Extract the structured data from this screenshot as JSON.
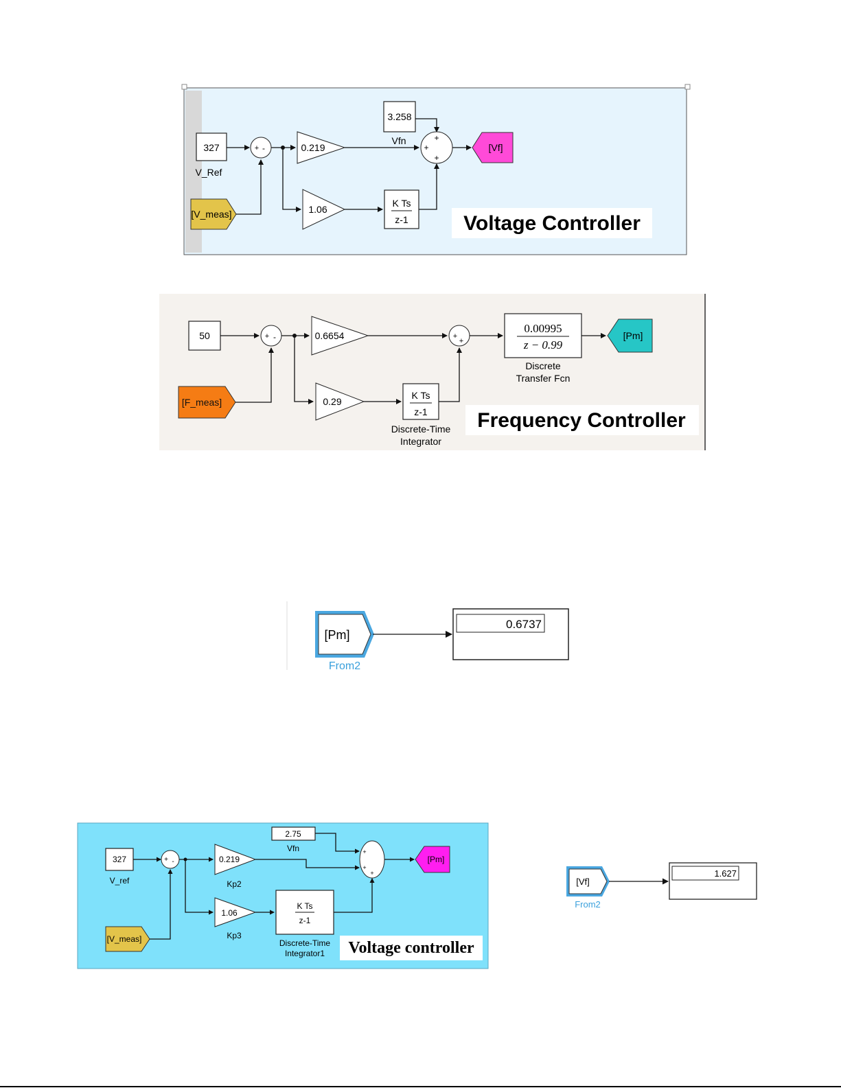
{
  "diagram1": {
    "title": "Voltage Controller",
    "constant": "327",
    "constant_label": "V_Ref",
    "vfn_value": "3.258",
    "vfn_label": "Vfn",
    "gain_p": "0.219",
    "gain_i": "1.06",
    "integrator_num": "K Ts",
    "integrator_den": "z-1",
    "from_tag": "[V_meas]",
    "goto_tag": "[Vf]",
    "colors": {
      "background": "#e6f4fd",
      "from": "#e3c44a",
      "goto": "#ff4ad8"
    }
  },
  "diagram2": {
    "title": "Frequency Controller",
    "constant": "50",
    "gain_p": "0.6654",
    "gain_i": "0.29",
    "integrator_num": "K Ts",
    "integrator_den": "z-1",
    "integrator_label_1": "Discrete-Time",
    "integrator_label_2": "Integrator",
    "tf_num": "0.00995",
    "tf_den": "z − 0.99",
    "tf_label_1": "Discrete",
    "tf_label_2": "Transfer Fcn",
    "from_tag": "[F_meas]",
    "goto_tag": "[Pm]",
    "colors": {
      "background": "#f5f2ee",
      "from": "#f57c14",
      "goto": "#26c6c6"
    }
  },
  "display1": {
    "from_tag": "[Pm]",
    "from_label": "From2",
    "value": "0.6737",
    "colors": {
      "highlight": "#4aa7e0"
    }
  },
  "diagram3": {
    "title": "Voltage controller",
    "constant": "327",
    "constant_label": "V_ref",
    "vfn_value": "2.75",
    "vfn_label": "Vfn",
    "gain_p": "0.219",
    "gain_p_label": "Kp2",
    "gain_i": "1.06",
    "gain_i_label": "Kp3",
    "integrator_num": "K Ts",
    "integrator_den": "z-1",
    "integrator_label_1": "Discrete-Time",
    "integrator_label_2": "Integrator1",
    "from_tag": "[V_meas]",
    "goto_tag": "[Pm]",
    "colors": {
      "background": "#7fe1fb",
      "from": "#e3c44a",
      "goto": "#ff1ef0"
    }
  },
  "display2": {
    "from_tag": "[Vf]",
    "from_label": "From2",
    "value": "1.627",
    "colors": {
      "highlight": "#4aa7e0"
    }
  }
}
